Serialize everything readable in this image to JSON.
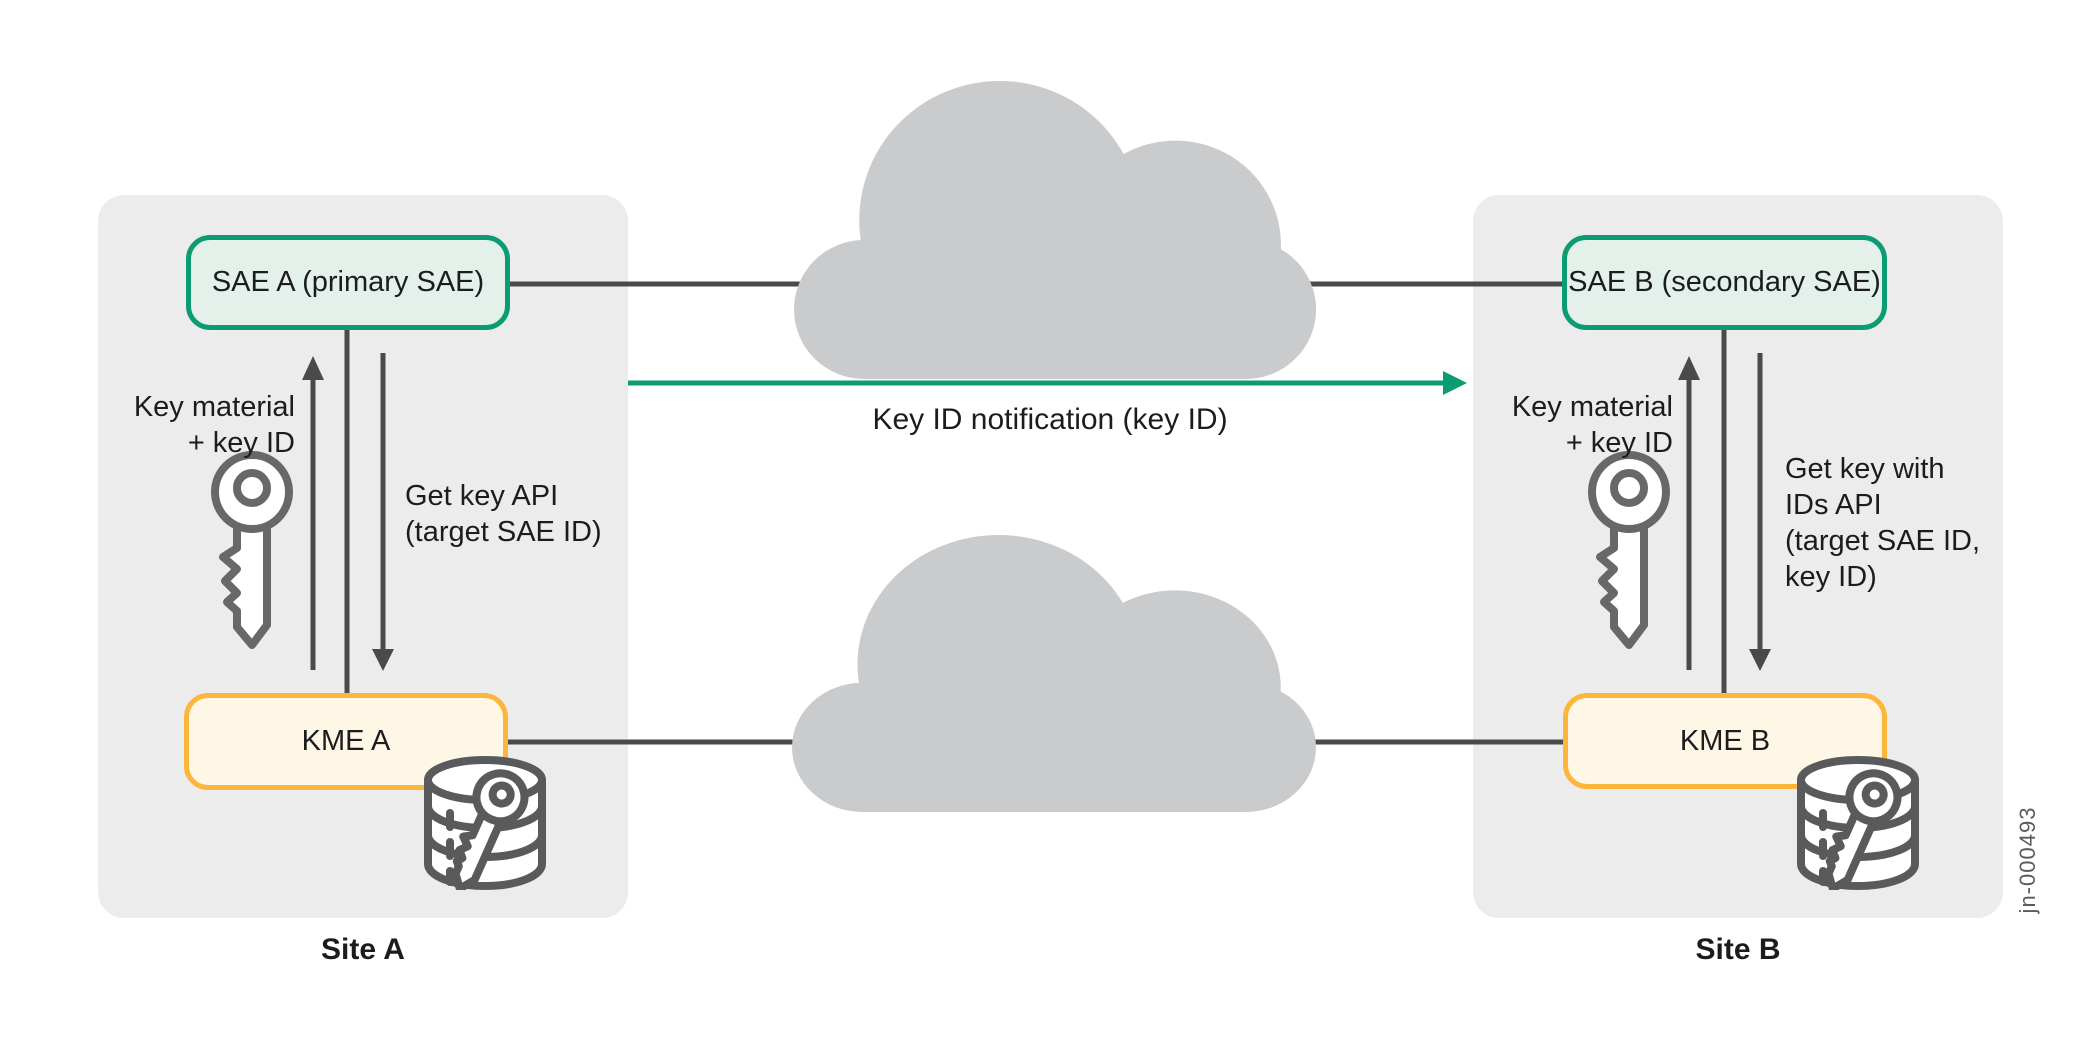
{
  "figure_id": "jn-000493",
  "center": {
    "notification_label": "Key ID notification (key ID)"
  },
  "site_a": {
    "title": "Site A",
    "sae_label": "SAE A (primary SAE)",
    "kme_label": "KME A",
    "key_material_line1": "Key material",
    "key_material_line2": "+ key ID",
    "get_key_line1": "Get key API",
    "get_key_line2": "(target SAE ID)"
  },
  "site_b": {
    "title": "Site B",
    "sae_label": "SAE B (secondary SAE)",
    "kme_label": "KME B",
    "key_material_line1": "Key material",
    "key_material_line2": "+ key ID",
    "get_key_line1": "Get key with",
    "get_key_line2": "IDs API",
    "get_key_line3": "(target SAE ID,",
    "get_key_line4": "key ID)"
  },
  "icons": {
    "key_icon": "key-icon",
    "database_key_icon": "database-key-icon",
    "cloud_shape": "cloud-icon",
    "up_arrow": "arrow-up",
    "down_arrow": "arrow-down",
    "notification_arrow": "arrow-right-green"
  },
  "colors": {
    "green": "#0C9C74",
    "mint": "#E4F1EB",
    "orange": "#FCB63C",
    "cream": "#FEF7E6",
    "panel_gray": "#ECECEC",
    "cloud_gray": "#C9CBCD",
    "line_gray": "#4A4A4C",
    "icon_gray": "#66686A",
    "db_gray": "#595A5C",
    "text": "#1C1C1E",
    "figid_gray": "#5A5B5D"
  }
}
